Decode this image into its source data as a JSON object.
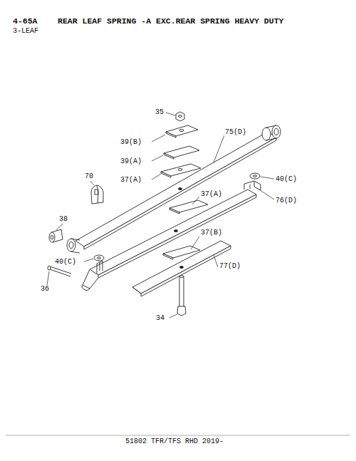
{
  "diagram": {
    "title": "REAR LEAF SPRING -A EXC.REAR SPRING HEAVY DUTY",
    "caption": "51802 TFR/TFS RHD 2019-",
    "labels": [
      "4-65A",
      "3-LEAF",
      "35",
      "39(B)",
      "39(A)",
      "37(A)",
      "75(D)",
      "70",
      "40(C)",
      "37(A)",
      "76(D)",
      "38",
      "37(B)",
      "40(C)",
      "77(D)",
      "36",
      "34"
    ]
  }
}
